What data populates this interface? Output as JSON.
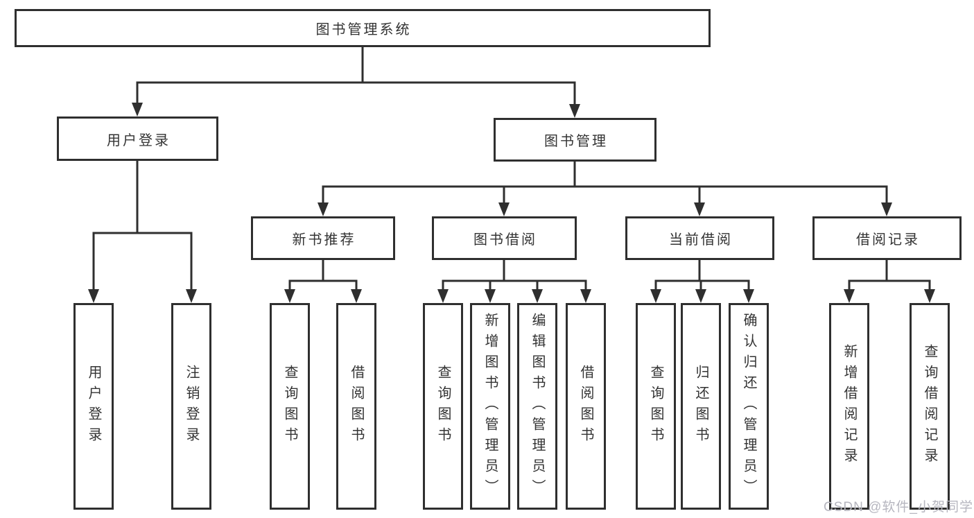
{
  "tree": {
    "label": "图书管理系统",
    "children": [
      {
        "label": "用户登录",
        "children": [
          {
            "label": "用户登录"
          },
          {
            "label": "注销登录"
          }
        ]
      },
      {
        "label": "图书管理",
        "children": [
          {
            "label": "新书推荐",
            "children": [
              {
                "label": "查询图书"
              },
              {
                "label": "借阅图书"
              }
            ]
          },
          {
            "label": "图书借阅",
            "children": [
              {
                "label": "查询图书"
              },
              {
                "label": "新增图书（管理员）"
              },
              {
                "label": "编辑图书（管理员）"
              },
              {
                "label": "借阅图书"
              }
            ]
          },
          {
            "label": "当前借阅",
            "children": [
              {
                "label": "查询图书"
              },
              {
                "label": "归还图书"
              },
              {
                "label": "确认归还（管理员）"
              }
            ]
          },
          {
            "label": "借阅记录",
            "children": [
              {
                "label": "新增借阅记录"
              },
              {
                "label": "查询借阅记录"
              }
            ]
          }
        ]
      }
    ]
  },
  "watermark": {
    "text": "CSDN @软件_小贺同学"
  },
  "colors": {
    "line": "#2f2f2f",
    "box_border": "#2f2f2f",
    "box_fill": "#ffffff",
    "text": "#333333",
    "watermark_text": "#b6b6bf",
    "background": "#ffffff"
  }
}
